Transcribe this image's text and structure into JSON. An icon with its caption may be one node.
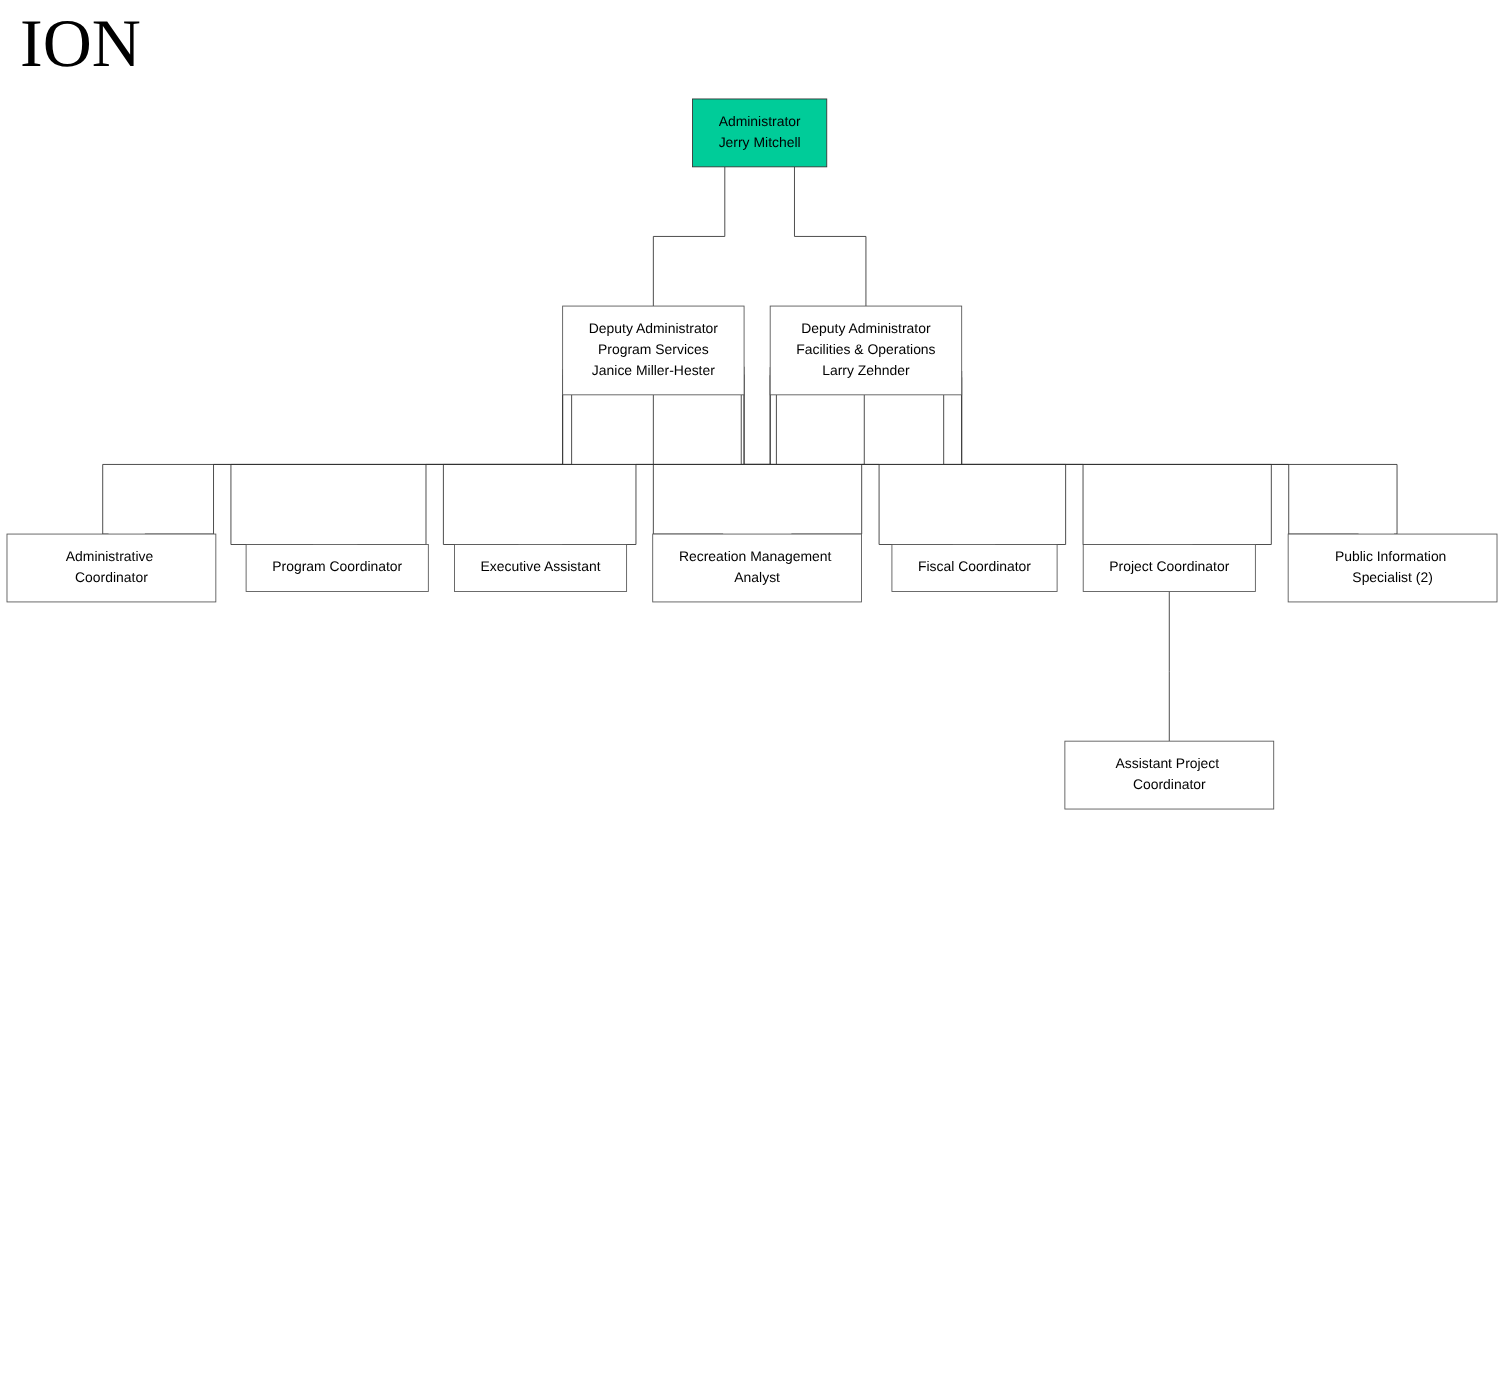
{
  "diagram": {
    "title": "ION",
    "nodes": [
      {
        "text": [
          "Administrator",
          "Jerry Mitchell"
        ]
      },
      {
        "text": [
          "Deputy Administrator",
          "Program Services",
          "Janice Miller-Hester"
        ]
      },
      {
        "text": [
          "Deputy Administrator",
          "Facilities & Operations",
          "Larry Zehnder"
        ]
      },
      {
        "text": [
          "Administrative Coordinator"
        ]
      },
      {
        "text": [
          "Program Coordinator"
        ]
      },
      {
        "text": [
          "Executive Assistant"
        ]
      },
      {
        "text": [
          "Recreation Management Analyst"
        ]
      },
      {
        "text": [
          "Fiscal Coordinator"
        ]
      },
      {
        "text": [
          "Project Coordinator"
        ]
      },
      {
        "text": [
          "Assistant Project Coordinator"
        ]
      },
      {
        "text": [
          "Public Information Specialist (2)"
        ]
      }
    ],
    "edges": [
      {
        "from": 0,
        "to": 1,
        "arrow": "none"
      },
      {
        "from": 0,
        "to": 2,
        "arrow": "none"
      },
      {
        "from": 1,
        "to": 3,
        "arrow": "none"
      },
      {
        "from": 2,
        "to": 3,
        "arrow": "none"
      },
      {
        "from": 1,
        "to": 4,
        "arrow": "none"
      },
      {
        "from": 2,
        "to": 4,
        "arrow": "none"
      },
      {
        "from": 1,
        "to": 5,
        "arrow": "none"
      },
      {
        "from": 2,
        "to": 5,
        "arrow": "none"
      },
      {
        "from": 1,
        "to": 6,
        "arrow": "none"
      },
      {
        "from": 2,
        "to": 6,
        "arrow": "none"
      },
      {
        "from": 1,
        "to": 7,
        "arrow": "none"
      },
      {
        "from": 2,
        "to": 7,
        "arrow": "none"
      },
      {
        "from": 1,
        "to": 8,
        "arrow": "none"
      },
      {
        "from": 2,
        "to": 8,
        "arrow": "none"
      },
      {
        "from": 8,
        "to": 9,
        "arrow": "none"
      },
      {
        "from": 1,
        "to": 10,
        "arrow": "none"
      },
      {
        "from": 2,
        "to": 10,
        "arrow": "none"
      }
    ]
  }
}
